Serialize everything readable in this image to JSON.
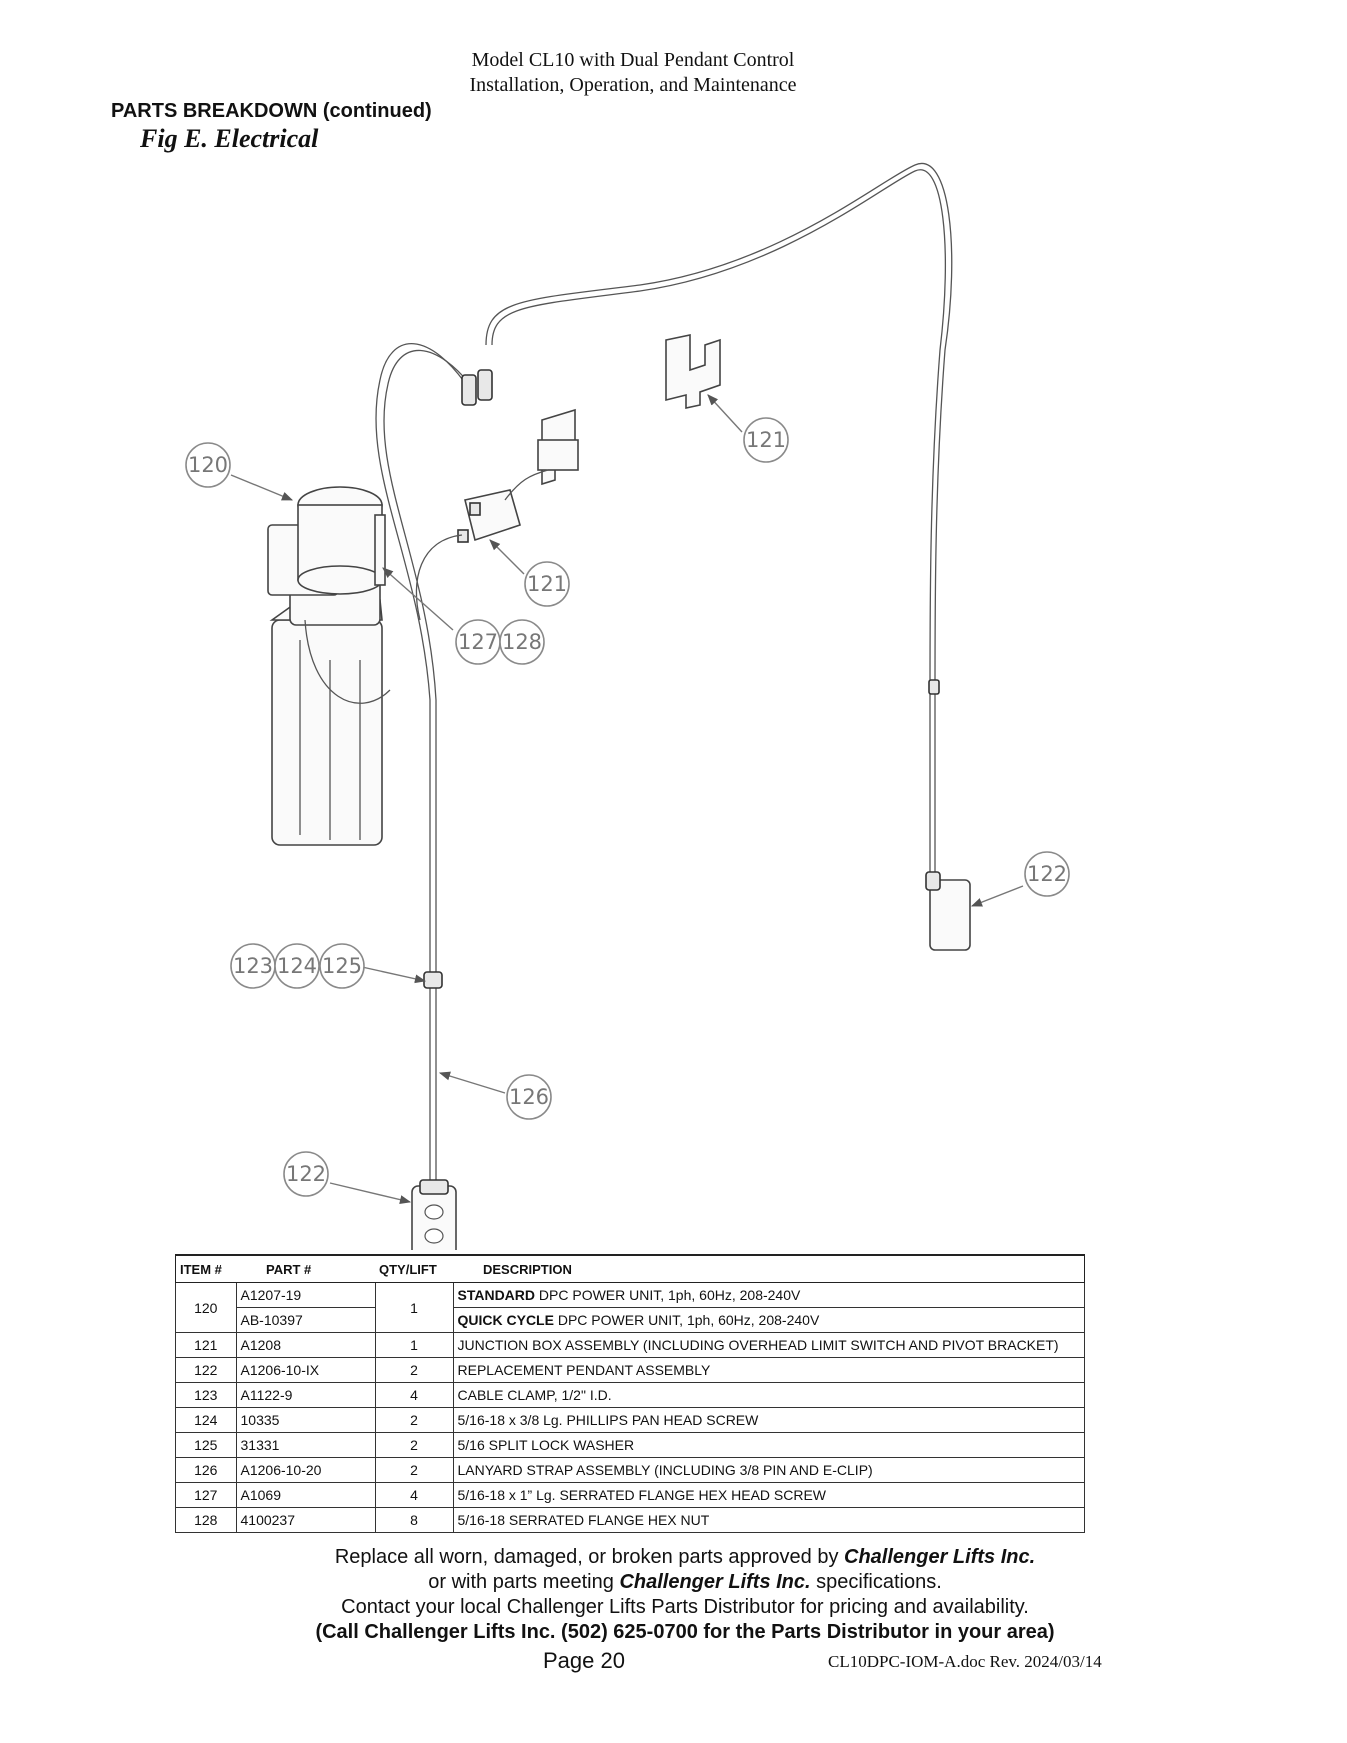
{
  "header": {
    "line1": "Model CL10 with Dual Pendant Control",
    "line2": "Installation, Operation, and Maintenance"
  },
  "section_title": "PARTS BREAKDOWN (continued)",
  "figure_title": "Fig E.  Electrical",
  "callouts": {
    "c120": "120",
    "c121a": "121",
    "c121b": "121",
    "c127": "127",
    "c128": "128",
    "c122a": "122",
    "c123": "123",
    "c124": "124",
    "c125": "125",
    "c126": "126",
    "c122b": "122"
  },
  "table": {
    "headers": [
      "ITEM #",
      "PART #",
      "QTY/LIFT",
      "DESCRIPTION"
    ],
    "rows": [
      {
        "item": "120",
        "part": "A1207-19",
        "qty": "1",
        "desc_bold": "STANDARD",
        "desc": " DPC POWER UNIT, 1ph, 60Hz, 208-240V"
      },
      {
        "item": "",
        "part": "AB-10397",
        "qty": "",
        "desc_bold": "QUICK CYCLE",
        "desc": " DPC POWER UNIT, 1ph, 60Hz, 208-240V"
      },
      {
        "item": "121",
        "part": "A1208",
        "qty": "1",
        "desc_bold": "",
        "desc": "JUNCTION BOX ASSEMBLY (INCLUDING OVERHEAD LIMIT SWITCH AND PIVOT BRACKET)"
      },
      {
        "item": "122",
        "part": "A1206-10-IX",
        "qty": "2",
        "desc_bold": "",
        "desc": "REPLACEMENT PENDANT ASSEMBLY"
      },
      {
        "item": "123",
        "part": "A1122-9",
        "qty": "4",
        "desc_bold": "",
        "desc": "CABLE CLAMP, 1/2\" I.D."
      },
      {
        "item": "124",
        "part": "10335",
        "qty": "2",
        "desc_bold": "",
        "desc": "5/16-18 x 3/8 Lg. PHILLIPS PAN HEAD SCREW"
      },
      {
        "item": "125",
        "part": "31331",
        "qty": "2",
        "desc_bold": "",
        "desc": "5/16 SPLIT LOCK WASHER"
      },
      {
        "item": "126",
        "part": "A1206-10-20",
        "qty": "2",
        "desc_bold": "",
        "desc": "LANYARD STRAP ASSEMBLY (INCLUDING 3/8 PIN AND E-CLIP)"
      },
      {
        "item": "127",
        "part": "A1069",
        "qty": "4",
        "desc_bold": "",
        "desc": "5/16-18 x 1” Lg. SERRATED FLANGE HEX HEAD SCREW"
      },
      {
        "item": "128",
        "part": "4100237",
        "qty": "8",
        "desc_bold": "",
        "desc": "5/16-18 SERRATED FLANGE HEX NUT"
      }
    ]
  },
  "footer": {
    "line1_pre": "Replace all worn, damaged, or broken parts approved by ",
    "line1_brand": "Challenger Lifts Inc.",
    "line2_pre": "or with parts meeting ",
    "line2_brand": "Challenger Lifts Inc.",
    "line2_post": " specifications.",
    "line3": "Contact your local Challenger Lifts Parts Distributor for pricing and availability.",
    "line4": "(Call Challenger Lifts Inc. (502) 625-0700 for the Parts Distributor in your area)",
    "page": "Page 20",
    "doc_ref": "CL10DPC-IOM-A.doc  Rev. 2024/03/14"
  }
}
